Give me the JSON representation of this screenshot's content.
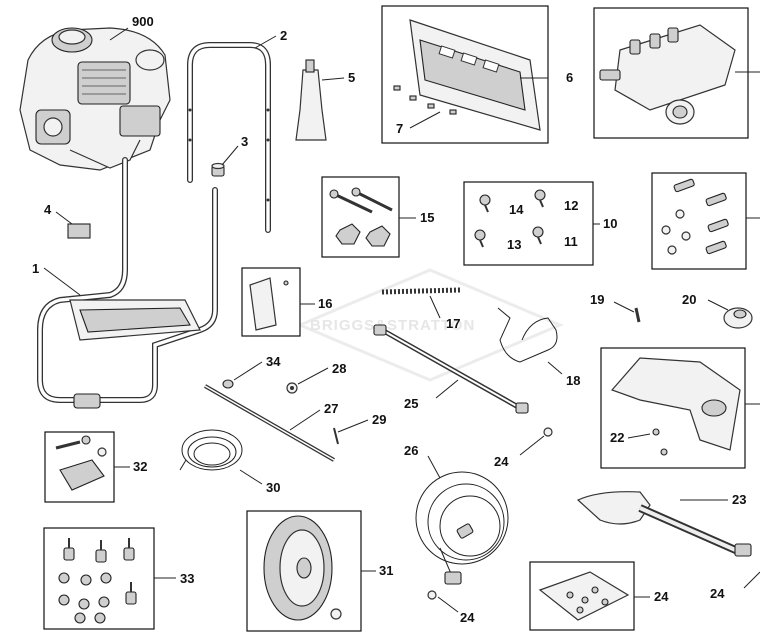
{
  "watermark": "BRIGGS&STRATTON",
  "labels": {
    "l900": "900",
    "l2": "2",
    "l3": "3",
    "l4": "4",
    "l5": "5",
    "l6": "6",
    "l7": "7",
    "l10": "10",
    "l11": "11",
    "l12": "12",
    "l13": "13",
    "l14": "14",
    "l15": "15",
    "l16": "16",
    "l17": "17",
    "l18": "18",
    "l19": "19",
    "l20": "20",
    "l22": "22",
    "l23": "23",
    "l24a": "24",
    "l24b": "24",
    "l24c": "24",
    "l24d": "24",
    "l25": "25",
    "l26": "26",
    "l27": "27",
    "l28": "28",
    "l29": "29",
    "l30": "30",
    "l31": "31",
    "l32": "32",
    "l33": "33",
    "l34": "34",
    "l1": "1"
  }
}
